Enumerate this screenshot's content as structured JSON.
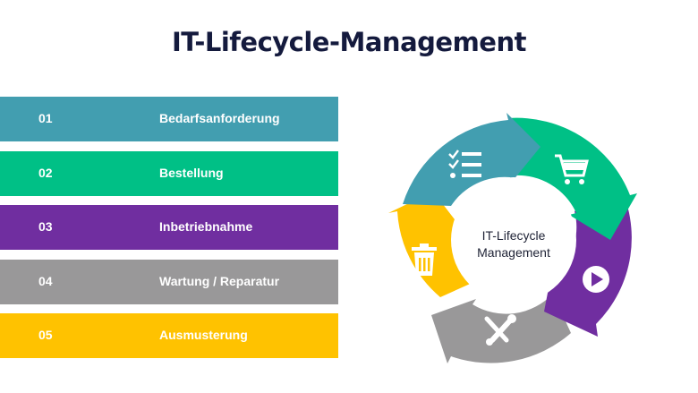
{
  "title": "IT-Lifecycle-Management",
  "steps": [
    {
      "num": "01",
      "label": "Bedarfsanforderung",
      "color": "#429eb0",
      "icon": "checklist-icon"
    },
    {
      "num": "02",
      "label": "Bestellung",
      "color": "#00c086",
      "icon": "shopping-cart-icon"
    },
    {
      "num": "03",
      "label": "Inbetriebnahme",
      "color": "#702ea0",
      "icon": "play-icon"
    },
    {
      "num": "04",
      "label": "Wartung / Reparatur",
      "color": "#999899",
      "icon": "tools-icon"
    },
    {
      "num": "05",
      "label": "Ausmusterung",
      "color": "#ffc200",
      "icon": "trash-icon"
    }
  ],
  "cycle": {
    "center_line1": "IT-Lifecycle",
    "center_line2": "Management"
  }
}
